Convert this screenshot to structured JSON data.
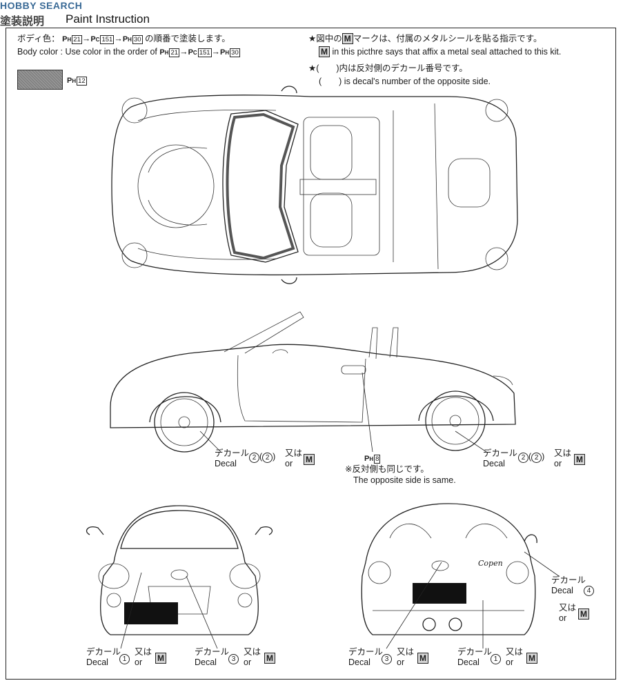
{
  "header": {
    "logo_text": "HOBBY SEARCH",
    "title_jp": "塗装説明",
    "title_en": "Paint Instruction"
  },
  "body_color": {
    "jp": "ボディ色：",
    "jp_suffix": "の順番で塗装します。",
    "en": "Body color : Use color in the order of",
    "sequence": [
      {
        "prefix": "P",
        "sub": "H",
        "num": "21"
      },
      {
        "prefix": "P",
        "sub": "C",
        "num": "151"
      },
      {
        "prefix": "P",
        "sub": "H",
        "num": "30"
      }
    ],
    "arrow": "→"
  },
  "swatch": {
    "prefix": "P",
    "sub": "H",
    "num": "12",
    "color": "#8a8a8a"
  },
  "notes": {
    "metal_jp_pre": "★図中の",
    "metal_jp_post": "マークは、付属のメタルシールを貼る指示です。",
    "metal_en": "in this picthre says that affix a metal seal attached to this kit.",
    "m_label": "M",
    "opp_jp": "★(　　)内は反対側のデカール番号です。",
    "opp_en": "(　　) is decal's number of the opposite side."
  },
  "side_view": {
    "paint_code": {
      "prefix": "P",
      "sub": "H",
      "num": "8"
    },
    "note_jp": "※反対側も同じです。",
    "note_en": "The opposite side is same.",
    "left_decal": {
      "jp": "デカール",
      "en": "Decal",
      "num": "2",
      "opp": "2",
      "or_jp": "又は",
      "or_en": "or"
    },
    "right_decal": {
      "jp": "デカール",
      "en": "Decal",
      "num": "2",
      "opp": "2",
      "or_jp": "又は",
      "or_en": "or"
    }
  },
  "front_view": {
    "decal_1": {
      "jp": "デカール",
      "en": "Decal",
      "num": "1",
      "or_jp": "又は",
      "or_en": "or"
    },
    "decal_3": {
      "jp": "デカール",
      "en": "Decal",
      "num": "3",
      "or_jp": "又は",
      "or_en": "or"
    }
  },
  "rear_view": {
    "decal_4": {
      "jp": "デカール",
      "en": "Decal",
      "num": "4",
      "or_jp": "又は",
      "or_en": "or"
    },
    "decal_3": {
      "jp": "デカール",
      "en": "Decal",
      "num": "3",
      "or_jp": "又は",
      "or_en": "or"
    },
    "decal_1": {
      "jp": "デカール",
      "en": "Decal",
      "num": "1",
      "or_jp": "又は",
      "or_en": "or"
    },
    "script_badge": "Copen"
  }
}
